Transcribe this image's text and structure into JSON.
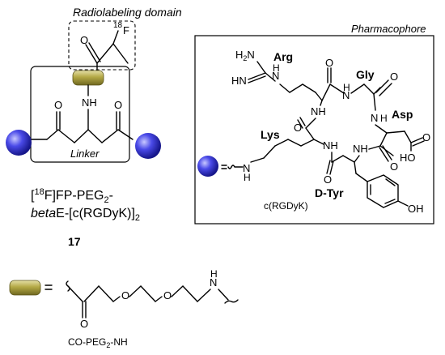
{
  "labels": {
    "radiolabeling_domain": "Radiolabeling domain",
    "pharmacophore": "Pharmacophore",
    "linker": "Linker",
    "compound_line1_pre": "[",
    "compound_line1_sup": "18",
    "compound_line1_post": "F]FP-PEG",
    "compound_line1_sub": "2",
    "compound_line1_end": "-",
    "compound_line2_italic": "beta",
    "compound_line2_main": "E-[c(RGDyK)]",
    "compound_line2_sub": "2",
    "compound_number": "17",
    "cyclic_peptide": "c(RGDyK)",
    "peg_unit_main": "CO-PEG",
    "peg_unit_sub": "2",
    "peg_unit_end": "-NH",
    "equals": "="
  },
  "atoms": {
    "oxygen": "O",
    "fluorine": "F",
    "fluorine_isotope": "18",
    "nh": "NH",
    "n": "N",
    "h": "H",
    "h2n": "H2N",
    "h2n_main": "H",
    "h2n_sub": "2",
    "h2n_end": "N",
    "hn": "HN",
    "oh": "OH",
    "ho": "HO"
  },
  "residues": {
    "arg": "Arg",
    "gly": "Gly",
    "asp": "Asp",
    "lys": "Lys",
    "dtyr": "D-Tyr"
  },
  "colors": {
    "sphere_blue": "#3b3bd8",
    "peg_rect_olive": "#a59a3c",
    "line": "#000000"
  }
}
